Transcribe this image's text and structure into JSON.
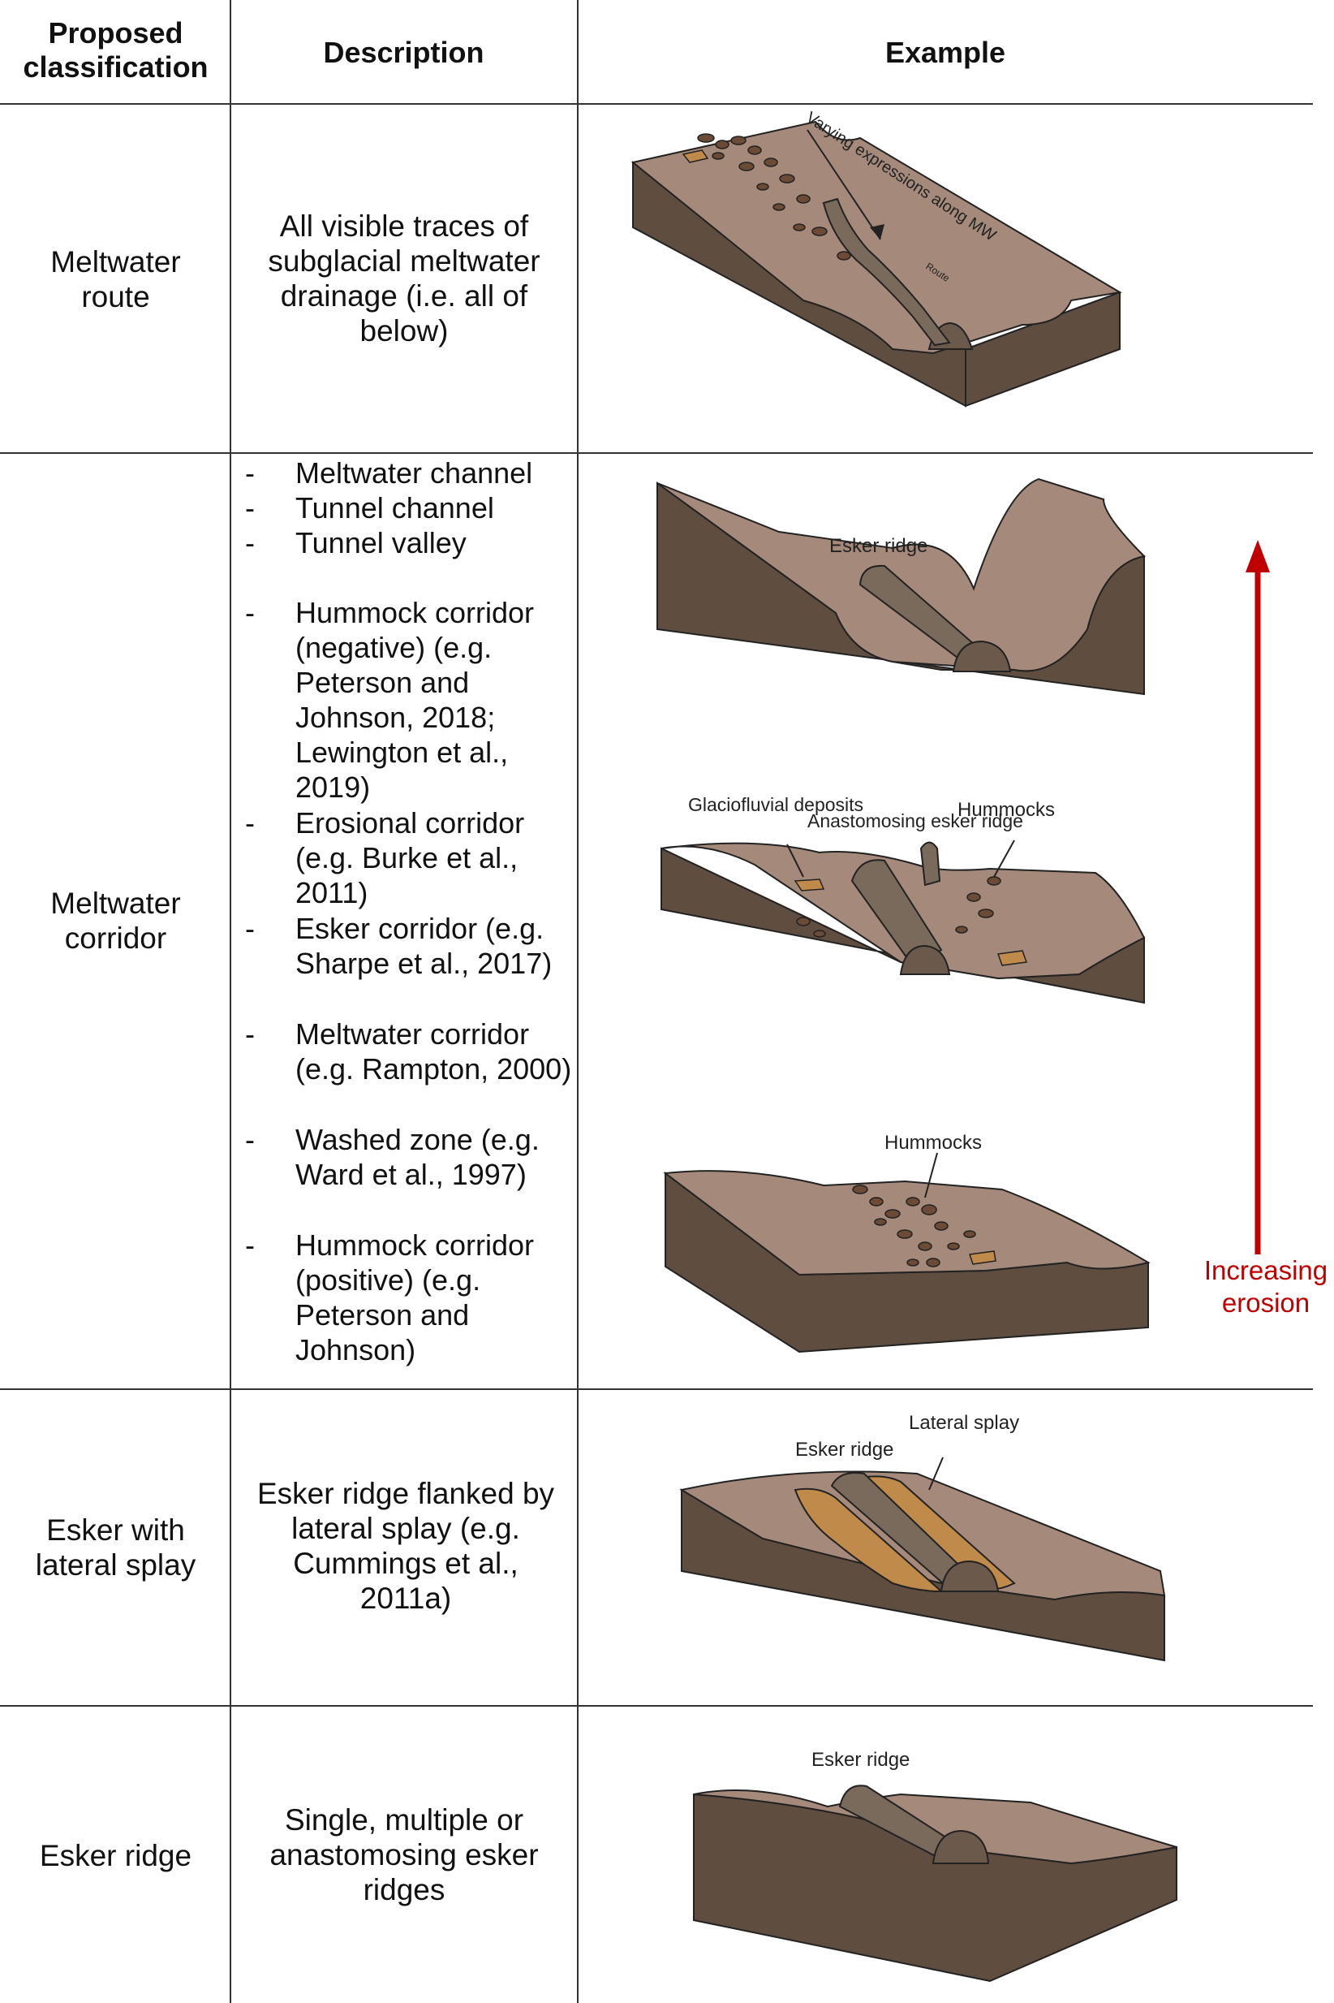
{
  "table": {
    "headers": {
      "classification": "Proposed classification",
      "description": "Description",
      "example": "Example"
    },
    "rows": [
      {
        "classification": "Meltwater route",
        "description": "All visible traces of subglacial meltwater drainage (i.e. all of below)"
      },
      {
        "classification": "Meltwater corridor",
        "description_items": [
          "Meltwater channel",
          "Tunnel channel",
          "Tunnel valley",
          "Hummock corridor (negative) (e.g. Peterson and Johnson, 2018; Lewington et al., 2019)",
          "Erosional corridor (e.g. Burke et al., 2011)",
          "Esker corridor (e.g. Sharpe et al., 2017)",
          "Meltwater corridor (e.g. Rampton, 2000)",
          "Washed zone (e.g. Ward et al., 1997)",
          "Hummock corridor (positive) (e.g. Peterson and Johnson)"
        ]
      },
      {
        "classification": "Esker with lateral splay",
        "description": "Esker ridge flanked by lateral splay (e.g. Cummings et al., 2011a)"
      },
      {
        "classification": "Esker ridge",
        "description": "Single, multiple or anastomosing esker ridges"
      }
    ]
  },
  "figure_labels": {
    "route_arrow": "Varying expressions along MW",
    "route_sub": "Route",
    "esker_ridge": "Esker ridge",
    "glaciofluvial": "Glaciofluvial deposits",
    "anastomosing": "Anastomosing esker ridge",
    "hummocks": "Hummocks",
    "lateral_splay": "Lateral splay",
    "increasing_erosion": "Increasing erosion"
  },
  "colors": {
    "ground_top": "#a58a7b",
    "ground_side": "#5f4d40",
    "esker": "#7a6a5b",
    "deposit": "#c08a4a",
    "arrow_red": "#c00000"
  }
}
